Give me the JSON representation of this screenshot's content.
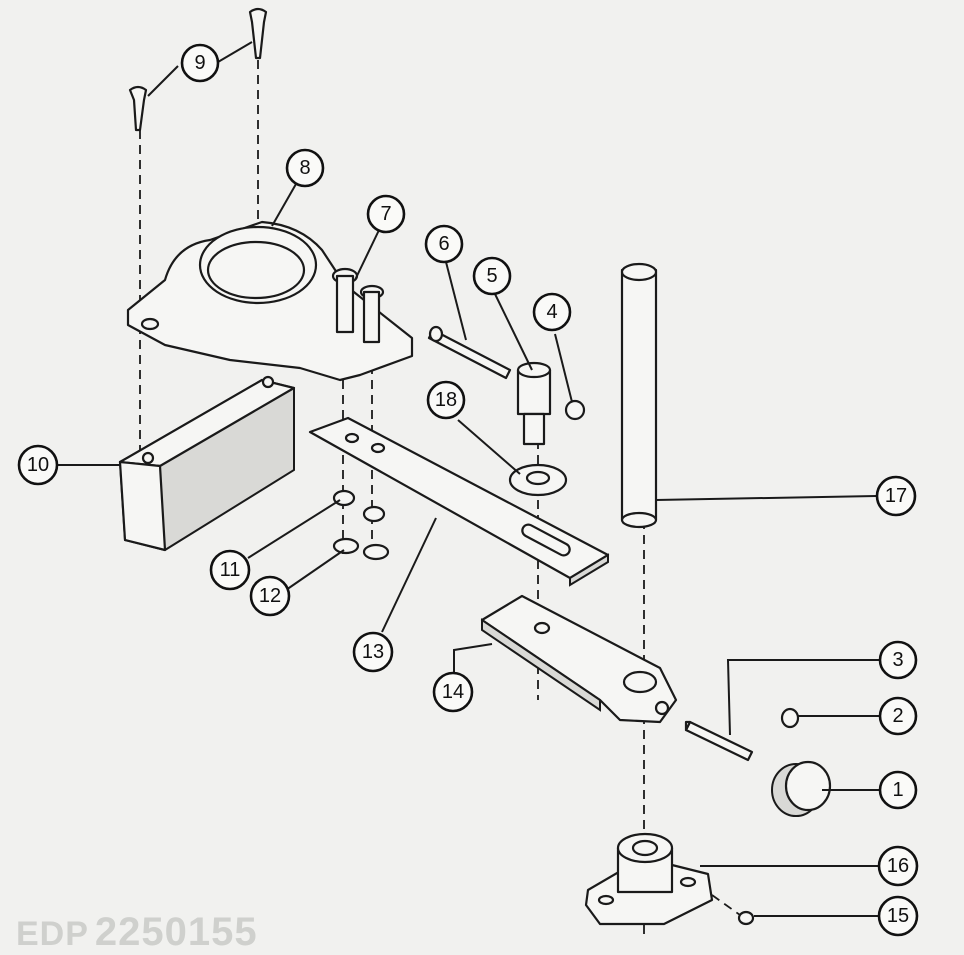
{
  "diagram": {
    "callouts": [
      {
        "id": "1",
        "label": "1"
      },
      {
        "id": "2",
        "label": "2"
      },
      {
        "id": "3",
        "label": "3"
      },
      {
        "id": "4",
        "label": "4"
      },
      {
        "id": "5",
        "label": "5"
      },
      {
        "id": "6",
        "label": "6"
      },
      {
        "id": "7",
        "label": "7"
      },
      {
        "id": "8",
        "label": "8"
      },
      {
        "id": "9",
        "label": "9"
      },
      {
        "id": "10",
        "label": "10"
      },
      {
        "id": "11",
        "label": "11"
      },
      {
        "id": "12",
        "label": "12"
      },
      {
        "id": "13",
        "label": "13"
      },
      {
        "id": "14",
        "label": "14"
      },
      {
        "id": "15",
        "label": "15"
      },
      {
        "id": "16",
        "label": "16"
      },
      {
        "id": "17",
        "label": "17"
      },
      {
        "id": "18",
        "label": "18"
      }
    ]
  },
  "watermark": {
    "prefix": "EDP",
    "number": "2250155"
  },
  "colors": {
    "ink": "#1a1a1a",
    "paper": "#f1f1ef",
    "watermark": "#cfd0cd"
  }
}
